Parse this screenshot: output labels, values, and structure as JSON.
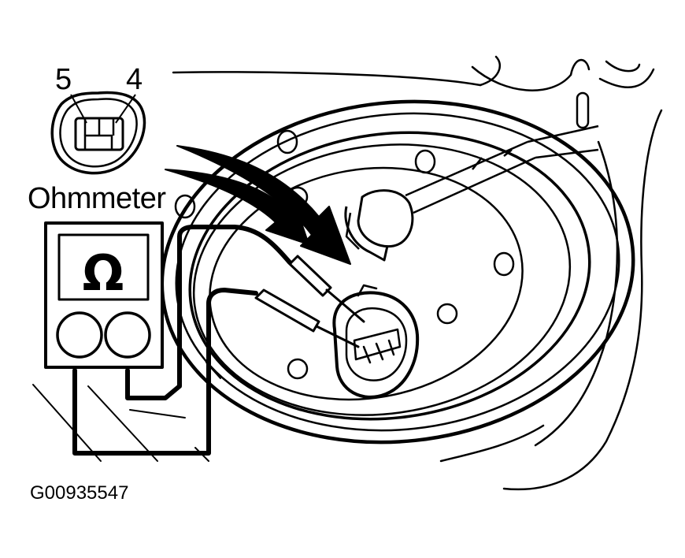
{
  "labels": {
    "pin_5": "5",
    "pin_4": "4",
    "meter_name": "Ohmmeter",
    "figure_id": "G00935547"
  },
  "meter": {
    "symbol": "Ω"
  },
  "icons": {
    "meter_symbol": "ohm-icon",
    "connector_face": "connector-pinout-icon",
    "pointer": "arrow-icon"
  },
  "colors": {
    "ink": "#000000",
    "paper": "#ffffff"
  }
}
